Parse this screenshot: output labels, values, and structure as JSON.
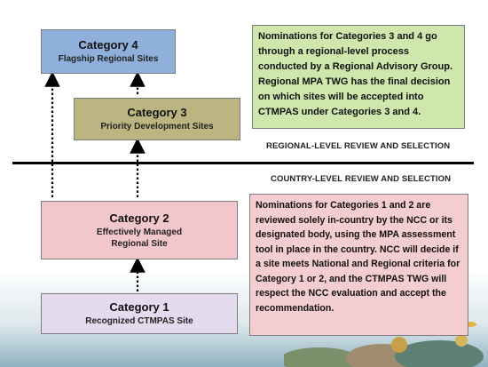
{
  "categories": {
    "cat4": {
      "title": "Category  4",
      "subtitle": "Flagship Regional Sites"
    },
    "cat3": {
      "title": "Category  3",
      "subtitle": "Priority Development Sites"
    },
    "cat2": {
      "title": "Category  2",
      "subtitle_line1": "Effectively Managed",
      "subtitle_line2": "Regional Site"
    },
    "cat1": {
      "title": "Category  1",
      "subtitle": "Recognized CTMPAS Site"
    }
  },
  "notes": {
    "regional": "Nominations for Categories 3 and 4 go through a regional-level process conducted by a Regional Advisory Group. Regional MPA TWG has the final decision on which sites will be accepted into CTMPAS under Categories 3 and 4.",
    "country": "Nominations for Categories 1 and 2 are reviewed solely in-country by the NCC or its designated body, using the MPA assessment tool in place in the country. NCC will decide if a site meets National and Regional criteria for Category 1 or 2, and the CTMPAS TWG will respect the NCC evaluation and accept the recommendation."
  },
  "labels": {
    "regional": "REGIONAL-LEVEL REVIEW AND SELECTION",
    "country": "COUNTRY-LEVEL REVIEW AND SELECTION"
  },
  "colors": {
    "cat4": "#8fb0da",
    "cat3": "#bdb581",
    "cat2": "#f2c7cb",
    "cat1": "#e4dbef",
    "note_regional": "#cfe7ad",
    "note_country": "#f4cdd0"
  }
}
